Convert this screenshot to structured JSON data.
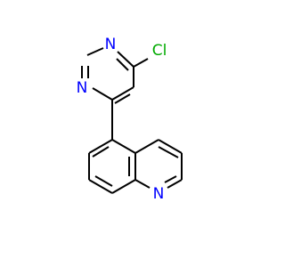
{
  "molecule": {
    "atoms": [
      {
        "label": "Cl",
        "color": "#00aa00"
      },
      {
        "label": "N",
        "color": "#0000ff"
      },
      {
        "label": "N",
        "color": "#0000ff"
      },
      {
        "label": "N",
        "color": "#0000ff"
      }
    ]
  }
}
